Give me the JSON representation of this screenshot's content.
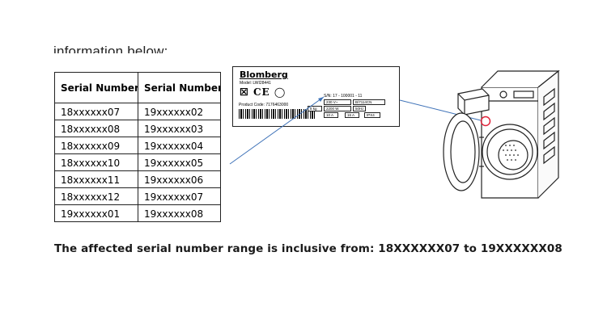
{
  "intro_cut_text": "information below:",
  "table": {
    "headers": [
      "Serial Numbers",
      "Serial Numbers"
    ],
    "rows": [
      [
        "18xxxxxx07",
        "19xxxxxx02"
      ],
      [
        "18xxxxxx08",
        "19xxxxxx03"
      ],
      [
        "18xxxxxx09",
        "19xxxxxx04"
      ],
      [
        "18xxxxxx10",
        "19xxxxxx05"
      ],
      [
        "18xxxxxx11",
        "19xxxxxx06"
      ],
      [
        "18xxxxxx12",
        "19xxxxxx07"
      ],
      [
        "19xxxxxx01",
        "19xxxxxx08"
      ]
    ]
  },
  "rating_plate": {
    "brand": "Blomberg",
    "model": "Model: LWI28441",
    "product_code": "Product Code: 7176463000",
    "serial": "S/N: 17 - 100001 - 11",
    "cert_marks": "CE",
    "specs": [
      "230 V~",
      "B/7114CN",
      "2200 W",
      "50Hz",
      "8 kg",
      "10 A",
      "16 A",
      "IPX4"
    ]
  },
  "statement": "The affected serial number range is inclusive from: 18XXXXXX07 to 19XXXXXX08",
  "colors": {
    "pointer_line": "#3f73b8",
    "highlight_circle": "#e0233a",
    "table_border": "#222222"
  }
}
